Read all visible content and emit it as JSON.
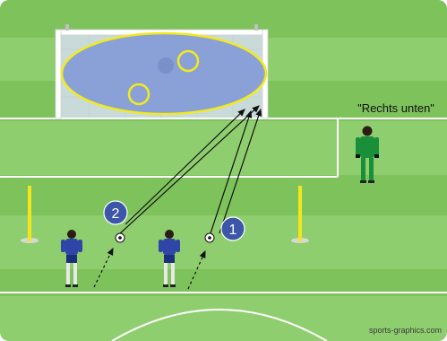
{
  "colors": {
    "grass_light": "#8fce6e",
    "grass_dark": "#7ec25c",
    "line": "#ffffff",
    "goal_net": "#c9dbd9",
    "target_zone": "#7f96d6",
    "target_outline": "#f3ea1e",
    "marker_circle": "#3d57a8",
    "pole": "#f3e61a",
    "arrow": "#111111",
    "player_shirt": "#2f46a8",
    "keeper_kit": "#1a8f3a"
  },
  "labels": {
    "keeper_call": "\"Rechts unten\"",
    "marker_1": "1",
    "marker_2": "2",
    "credit": "sports-graphics.com"
  },
  "icons": {
    "player": "soccer-player-icon",
    "ball": "soccer-ball-icon",
    "keeper": "goalkeeper-icon",
    "pole": "marker-pole-icon"
  }
}
